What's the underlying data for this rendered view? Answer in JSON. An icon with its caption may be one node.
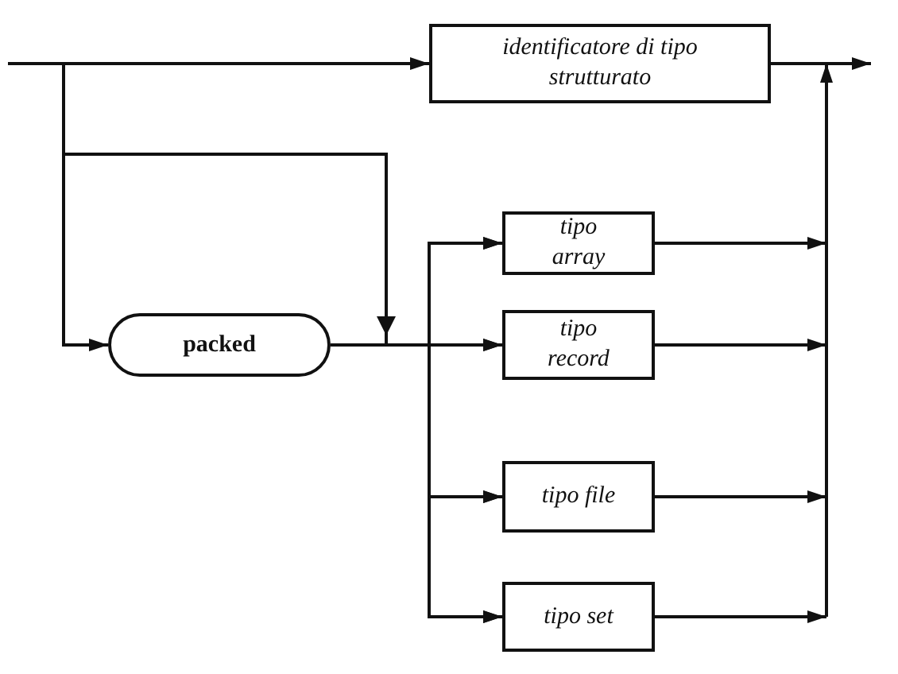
{
  "diagram": {
    "nodes": [
      {
        "text": [
          "identificatore di tipo strutturato"
        ]
      },
      {
        "text": [
          "packed"
        ]
      },
      {
        "text": [
          "tipo array"
        ]
      },
      {
        "text": [
          "tipo record"
        ]
      },
      {
        "text": [
          "tipo file"
        ]
      },
      {
        "text": [
          "tipo set"
        ]
      }
    ],
    "edges": [
      {
        "from": null,
        "to": 0,
        "arrow": "to"
      },
      {
        "from": null,
        "to": 1,
        "arrow": "to"
      },
      {
        "from": 1,
        "to": 2,
        "arrow": "to"
      },
      {
        "from": 1,
        "to": 3,
        "arrow": "to"
      },
      {
        "from": 1,
        "to": 4,
        "arrow": "to"
      },
      {
        "from": 1,
        "to": 5,
        "arrow": "to"
      },
      {
        "from": null,
        "to": 2,
        "arrow": "to"
      },
      {
        "from": null,
        "to": 3,
        "arrow": "to"
      },
      {
        "from": null,
        "to": 4,
        "arrow": "to"
      },
      {
        "from": null,
        "to": 5,
        "arrow": "to"
      },
      {
        "from": 2,
        "to": null,
        "arrow": "to"
      },
      {
        "from": 3,
        "to": null,
        "arrow": "to"
      },
      {
        "from": 4,
        "to": null,
        "arrow": "to"
      },
      {
        "from": 5,
        "to": null,
        "arrow": "to"
      },
      {
        "from": 0,
        "to": null,
        "arrow": "to"
      }
    ]
  }
}
